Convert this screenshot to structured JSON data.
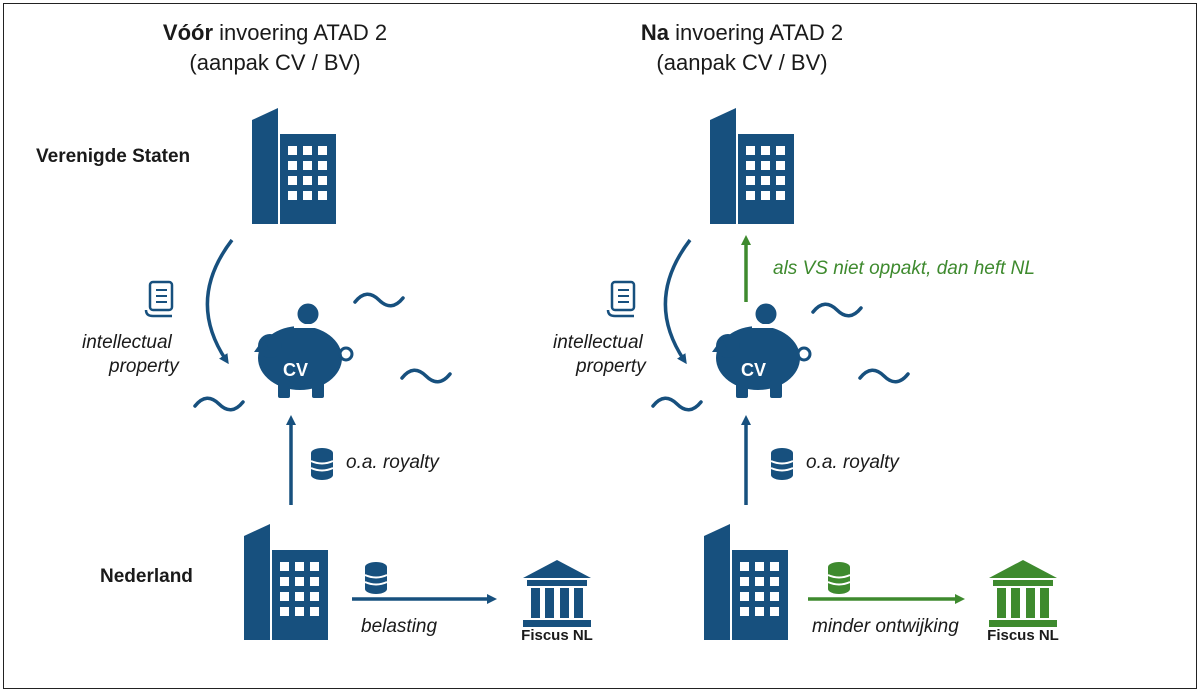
{
  "left": {
    "title_bold": "Vóór",
    "title_rest": " invoering ATAD 2",
    "subtitle": "(aanpak CV / BV)",
    "ip_label_line1": "intellectual",
    "ip_label_line2": "property",
    "cv_label": "CV",
    "royalty_label": "o.a. royalty",
    "tax_label": "belasting",
    "fiscus_label": "Fiscus NL"
  },
  "right": {
    "title_bold": "Na",
    "title_rest": " invoering ATAD 2",
    "subtitle": "(aanpak CV / BV)",
    "ip_label_line1": "intellectual",
    "ip_label_line2": "property",
    "cv_label": "CV",
    "royalty_label": "o.a. royalty",
    "tax_label": "minder ontwijking",
    "fiscus_label": "Fiscus NL",
    "levy_label": "als VS niet oppakt, dan heft NL"
  },
  "regions": {
    "us": "Verenigde Staten",
    "nl": "Nederland"
  },
  "colors": {
    "blue": "#17507e",
    "green": "#3e8a2e"
  }
}
